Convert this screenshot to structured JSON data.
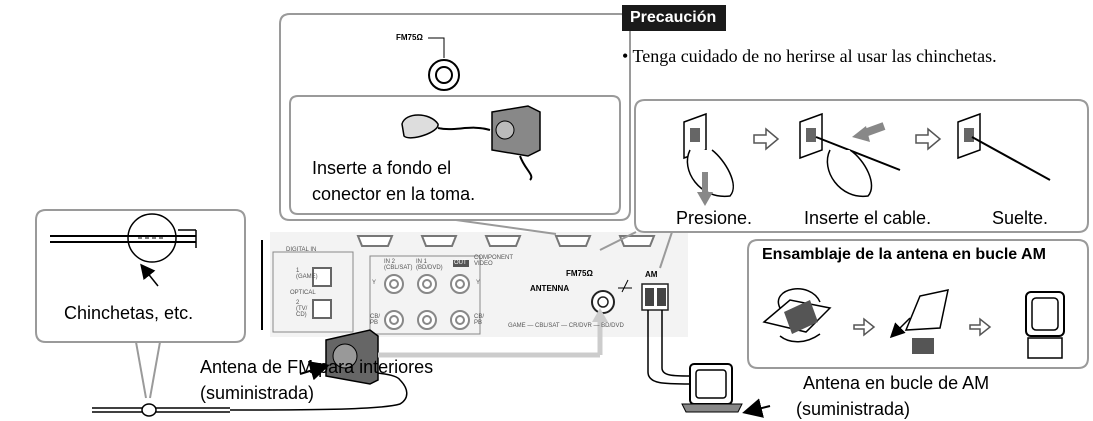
{
  "caution": {
    "heading": "Precaución",
    "text": "• Tenga cuidado de no herirse al usar las chinchetas."
  },
  "fm_callout": {
    "jack_label": "FM75Ω",
    "instruction_line1": "Inserte a fondo el",
    "instruction_line2": "conector en la toma."
  },
  "steps": {
    "press": "Presione.",
    "insert": "Inserte el cable.",
    "release": "Suelte."
  },
  "pins_callout": {
    "label": "Chinchetas, etc."
  },
  "am_assembly": {
    "title": "Ensamblaje de la antena en bucle AM"
  },
  "panel": {
    "digital_in": "DIGITAL IN",
    "in1_game": "1\n(GAME)",
    "optical": "OPTICAL",
    "in2_tv_cd": "2\n(TV/\nCD)",
    "in2_cbl_sat": "IN 2\n(CBL/SAT)",
    "in1_bd_dvd": "IN 1\n(BD/DVD)",
    "out": "OUT",
    "component_video": "COMPONENT\nVIDEO",
    "y": "Y",
    "cb_pb": "CB/\nPB",
    "fm75": "FM75Ω",
    "am": "AM",
    "antenna": "ANTENNA",
    "hdmi_row": "GAME — CBL/SAT — CR/DVR — BD/DVD"
  },
  "fm_antenna": {
    "line1": "Antena de FM para interiores",
    "line2": "(suministrada)"
  },
  "am_antenna": {
    "line1": "Antena en bucle de AM",
    "line2": "(suministrada)"
  }
}
